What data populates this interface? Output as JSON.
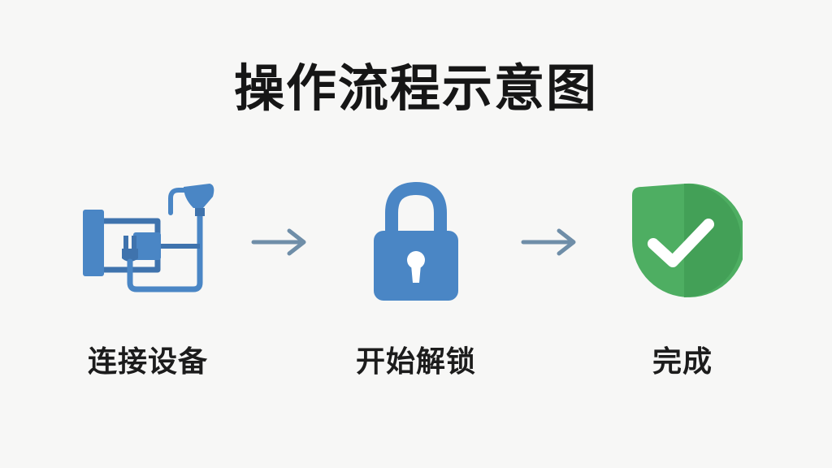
{
  "title": "操作流程示意图",
  "steps": [
    {
      "label": "连接设备",
      "icon": "cable-plug-icon"
    },
    {
      "label": "开始解锁",
      "icon": "padlock-icon"
    },
    {
      "label": "完成",
      "icon": "checkmark-shield-icon"
    }
  ],
  "arrows": [
    {
      "icon": "arrow-right-icon"
    },
    {
      "icon": "arrow-right-icon"
    }
  ],
  "colors": {
    "title": "#161616",
    "label": "#1c1c1c",
    "blue": "#4a86c5",
    "blue_dark": "#3f73ad",
    "arrow": "#6f8ea8",
    "green": "#4eae62",
    "green_dark": "#43a057"
  }
}
